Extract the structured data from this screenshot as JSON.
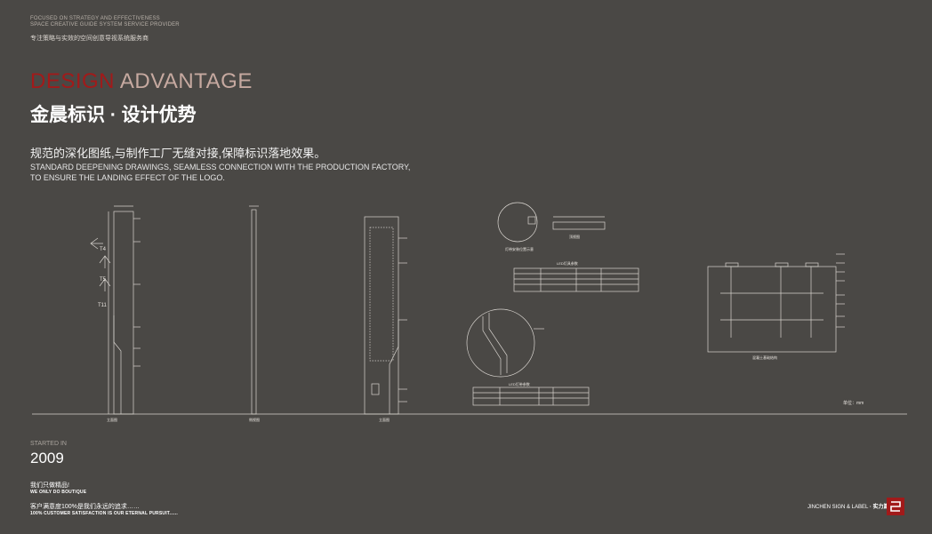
{
  "header": {
    "tagline_en_line1": "FOCUSED ON STRATEGY AND EFFECTIVENESS",
    "tagline_en_line2": "SPACE CREATIVE GUIDE SYSTEM SERVICE PROVIDER",
    "tagline_zh": "专注策略与实效的空间创意导视系统服务商"
  },
  "title": {
    "en_part1": "DESIGN",
    "en_part2": " ADVANTAGE",
    "zh": "金晨标识 · 设计优势"
  },
  "subtitle": {
    "zh": "规范的深化图纸,与制作工厂无缝对接,保障标识落地效果。",
    "en_line1": "STANDARD DEEPENING DRAWINGS, SEAMLESS CONNECTION WITH THE PRODUCTION FACTORY,",
    "en_line2": "TO ENSURE THE LANDING EFFECT OF THE LOGO."
  },
  "drawing": {
    "labels": {
      "front": "立面图",
      "side": "侧视图",
      "elev2": "立面图",
      "lamp_detail": "灯带安装位置示意",
      "top_view": "顶视图",
      "foundation": "混凝土基础结构",
      "unit": "单位：mm",
      "floor_t4": "T4",
      "floor_t5": "T5",
      "floor_t11": "T11",
      "led_table1_title": "LED灯具参数",
      "led_table2_title": "LED灯带参数"
    }
  },
  "footer": {
    "started_label": "STARTED IN",
    "started_year": "2009",
    "slogan1_zh": "我们只做精品!",
    "slogan1_en": "WE ONLY DO BOUTIQUE",
    "slogan2_zh": "客户满意度100%是我们永远的追求……",
    "slogan2_en": "100% CUSTOMER SATISFACTION IS OUR ETERNAL PURSUIT......",
    "brand_en": "JINCHEN SIGN & LABEL",
    "brand_zh": "· 实力篇"
  },
  "colors": {
    "background": "#4a4845",
    "accent_red": "#a11a1a",
    "accent_rose": "#c6a9a0"
  }
}
